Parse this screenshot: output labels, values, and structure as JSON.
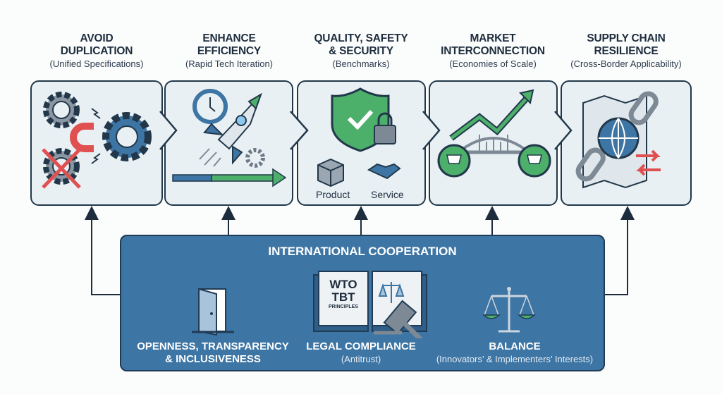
{
  "benefits": [
    {
      "title_line1": "AVOID",
      "title_line2": "DUPLICATION",
      "subtitle": "(Unified Specifications)",
      "icon": "gears-magnet-icon"
    },
    {
      "title_line1": "ENHANCE",
      "title_line2": "EFFICIENCY",
      "subtitle": "(Rapid Tech Iteration)",
      "icon": "rocket-clock-icon"
    },
    {
      "title_line1": "QUALITY, SAFETY",
      "title_line2": "& SECURITY",
      "subtitle": "(Benchmarks)",
      "icon": "shield-lock-icon",
      "labels": [
        "Product",
        "Service"
      ]
    },
    {
      "title_line1": "MARKET",
      "title_line2": "INTERCONNECTION",
      "subtitle": "(Economies of Scale)",
      "icon": "bridge-carts-icon"
    },
    {
      "title_line1": "SUPPLY CHAIN",
      "title_line2": "RESILIENCE",
      "subtitle": "(Cross-Border Applicability)",
      "icon": "globe-chain-icon"
    }
  ],
  "cooperation": {
    "title": "INTERNATIONAL COOPERATION",
    "book_text": [
      "WTO",
      "TBT",
      "PRINCIPLES"
    ],
    "pillars": [
      {
        "title_line1": "OPENNESS, TRANSPARENCY",
        "title_line2": "& INCLUSIVENESS",
        "icon": "open-door-icon"
      },
      {
        "title_line1": "LEGAL COMPLIANCE",
        "subtitle": "(Antitrust)",
        "icon": "book-gavel-icon"
      },
      {
        "title_line1": "BALANCE",
        "subtitle": "(Innovators’ & Implementers’ Interests)",
        "icon": "scales-icon"
      }
    ]
  },
  "colors": {
    "navy": "#22384a",
    "blue": "#3d75a4",
    "green": "#4caf6a",
    "red": "#e05050",
    "gray": "#7d8a96"
  }
}
